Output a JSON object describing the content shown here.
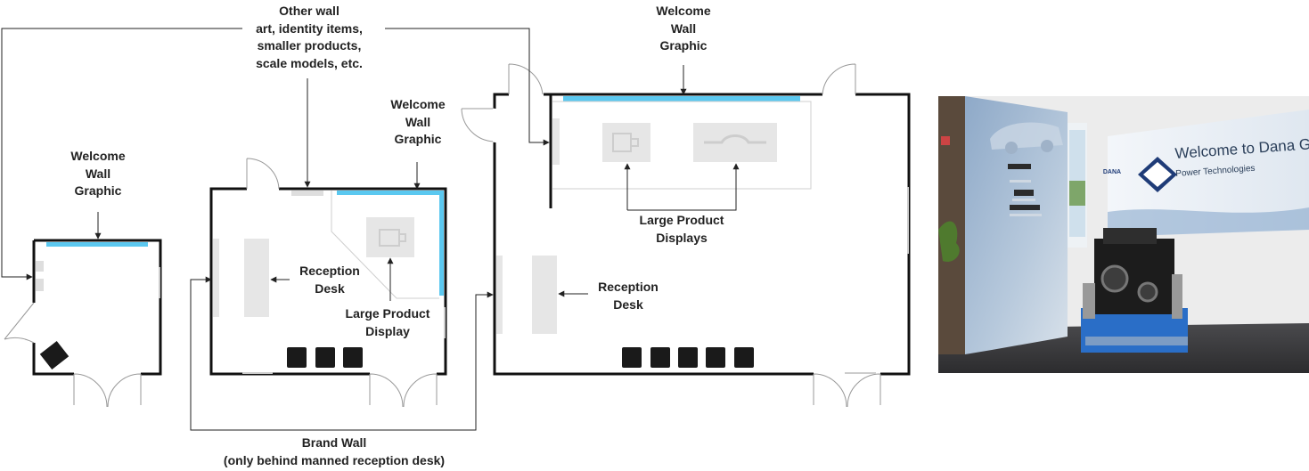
{
  "labels": {
    "other_wall": "Other wall\nart, identity items,\nsmaller products,\nscale models, etc.",
    "welcome_top": "Welcome\nWall\nGraphic",
    "welcome_middle": "Welcome\nWall\nGraphic",
    "welcome_small": "Welcome\nWall\nGraphic",
    "reception_middle": "Reception\nDesk",
    "reception_large": "Reception\nDesk",
    "large_product_display": "Large Product\nDisplay",
    "large_product_displays": "Large Product\nDisplays",
    "brand_wall": "Brand Wall\n(only behind manned reception desk)"
  },
  "photo": {
    "sign_line1": "Welcome to Dana Győ",
    "sign_line2": "Power Technologies",
    "logo_text": "DANA"
  },
  "colors": {
    "wall": "#111111",
    "graphic_wall": "#5bc8f0",
    "furniture": "#e6e6e6",
    "chair": "#1a1a1a",
    "leader": "#222222",
    "photo_wall": "#9fb8d4",
    "floor": "#3a3a3c"
  }
}
